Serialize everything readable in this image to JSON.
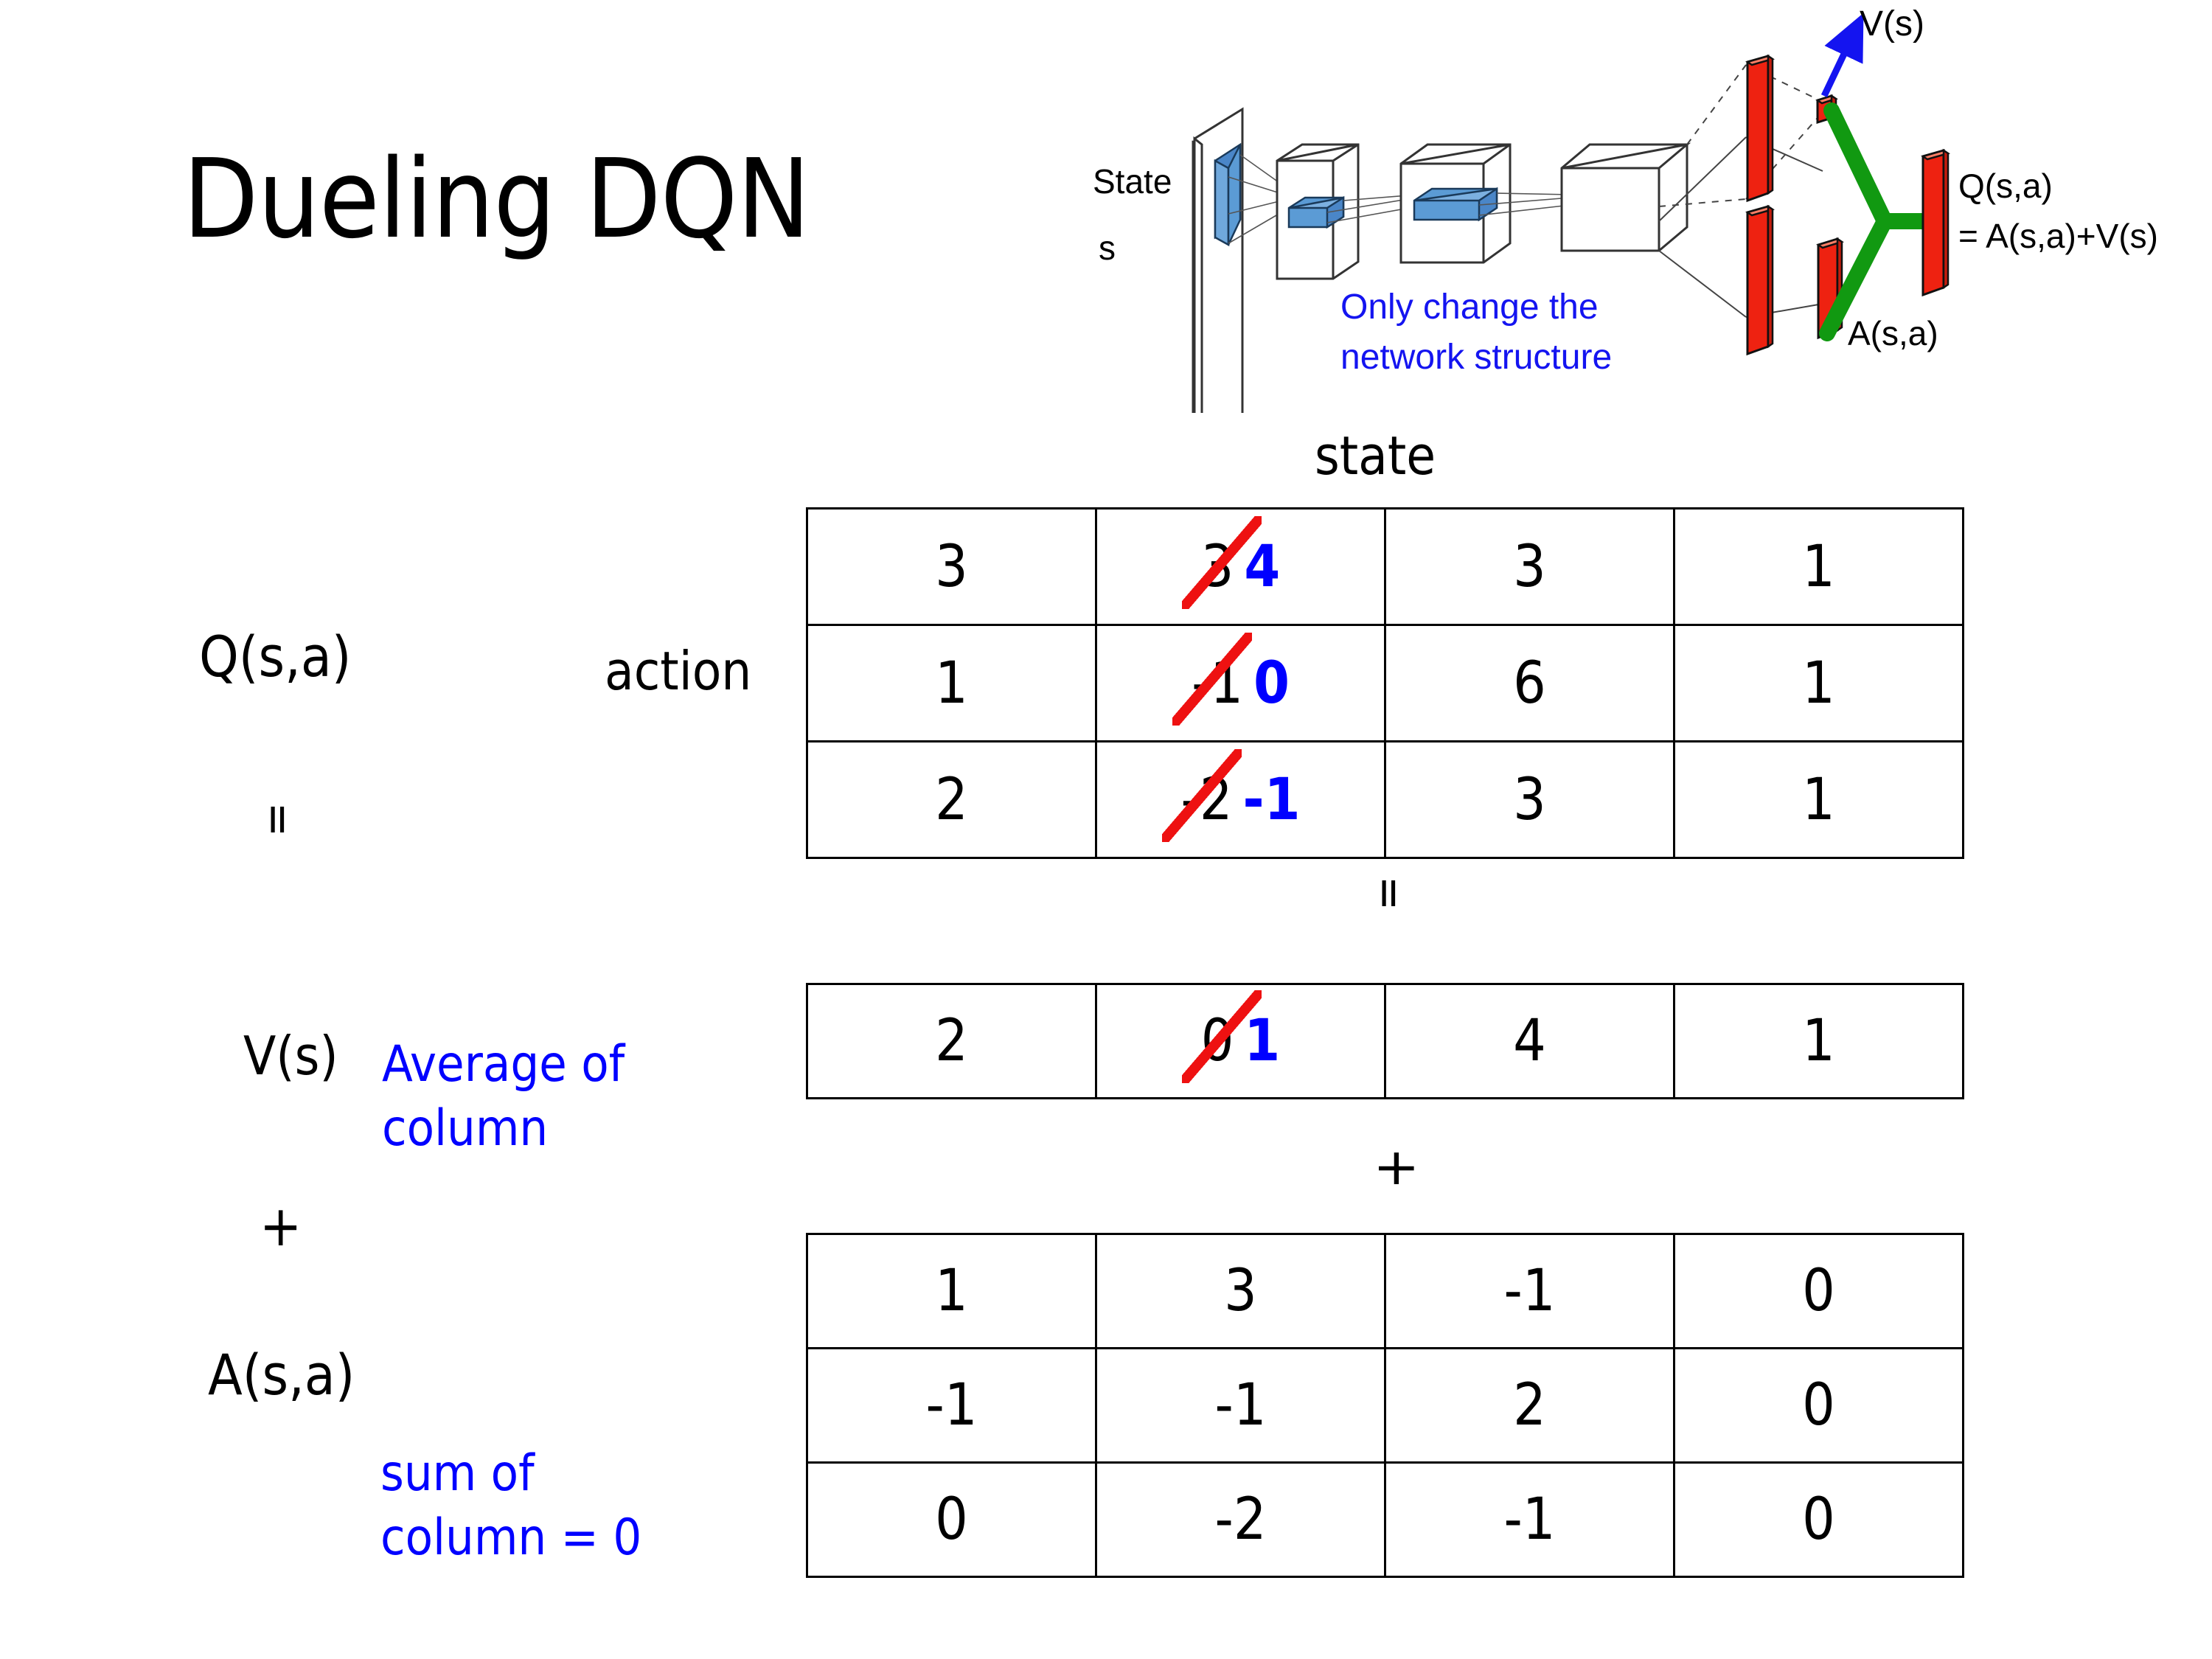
{
  "title": "Dueling DQN",
  "diagram": {
    "input_label_line1": "State",
    "input_label_line2": "s",
    "note_line1": "Only change the",
    "note_line2": "network structure",
    "value_label": "V(s)",
    "advantage_label": "A(s,a)",
    "output_label_line1": "Q(s,a)",
    "output_label_line2": "= A(s,a)+V(s)",
    "colors": {
      "note_text": "#1414f0",
      "arrow": "#1414f0",
      "bar": "#ee2211",
      "merge": "#119911",
      "filter": "#5b9bd5"
    }
  },
  "labels": {
    "q_table": "Q(s,a)",
    "v_table": "V(s)",
    "a_table": "A(s,a)",
    "action_axis": "action",
    "state_axis": "state",
    "equals_left": "=",
    "equals_mid": "=",
    "plus_left": "+",
    "plus_mid": "+"
  },
  "annotations": {
    "average_of_column": "Average of\ncolumn",
    "sum_of_column": "sum of\ncolumn = 0",
    "color": "#0000ff"
  },
  "chart_data": {
    "type": "table",
    "title": "Dueling DQN: Q(s,a) = V(s) + A(s,a)",
    "xlabel": "state",
    "ylabel": "action",
    "tables": [
      {
        "name": "Q(s,a)",
        "rows": [
          [
            "3",
            "3",
            "3",
            "1"
          ],
          [
            "1",
            "-1",
            "6",
            "1"
          ],
          [
            "2",
            "-2",
            "3",
            "1"
          ]
        ],
        "edits": [
          {
            "row": 0,
            "col": 1,
            "old": "3",
            "new": "4"
          },
          {
            "row": 1,
            "col": 1,
            "old": "-1",
            "new": "0"
          },
          {
            "row": 2,
            "col": 1,
            "old": "-2",
            "new": "-1"
          }
        ]
      },
      {
        "name": "V(s)",
        "rows": [
          [
            "2",
            "0",
            "4",
            "1"
          ]
        ],
        "edits": [
          {
            "row": 0,
            "col": 1,
            "old": "0",
            "new": "1"
          }
        ]
      },
      {
        "name": "A(s,a)",
        "rows": [
          [
            "1",
            "3",
            "-1",
            "0"
          ],
          [
            "-1",
            "-1",
            "2",
            "0"
          ],
          [
            "0",
            "-2",
            "-1",
            "0"
          ]
        ],
        "edits": []
      }
    ],
    "strike_color": "#ee1111",
    "new_value_color": "#0000ff"
  }
}
